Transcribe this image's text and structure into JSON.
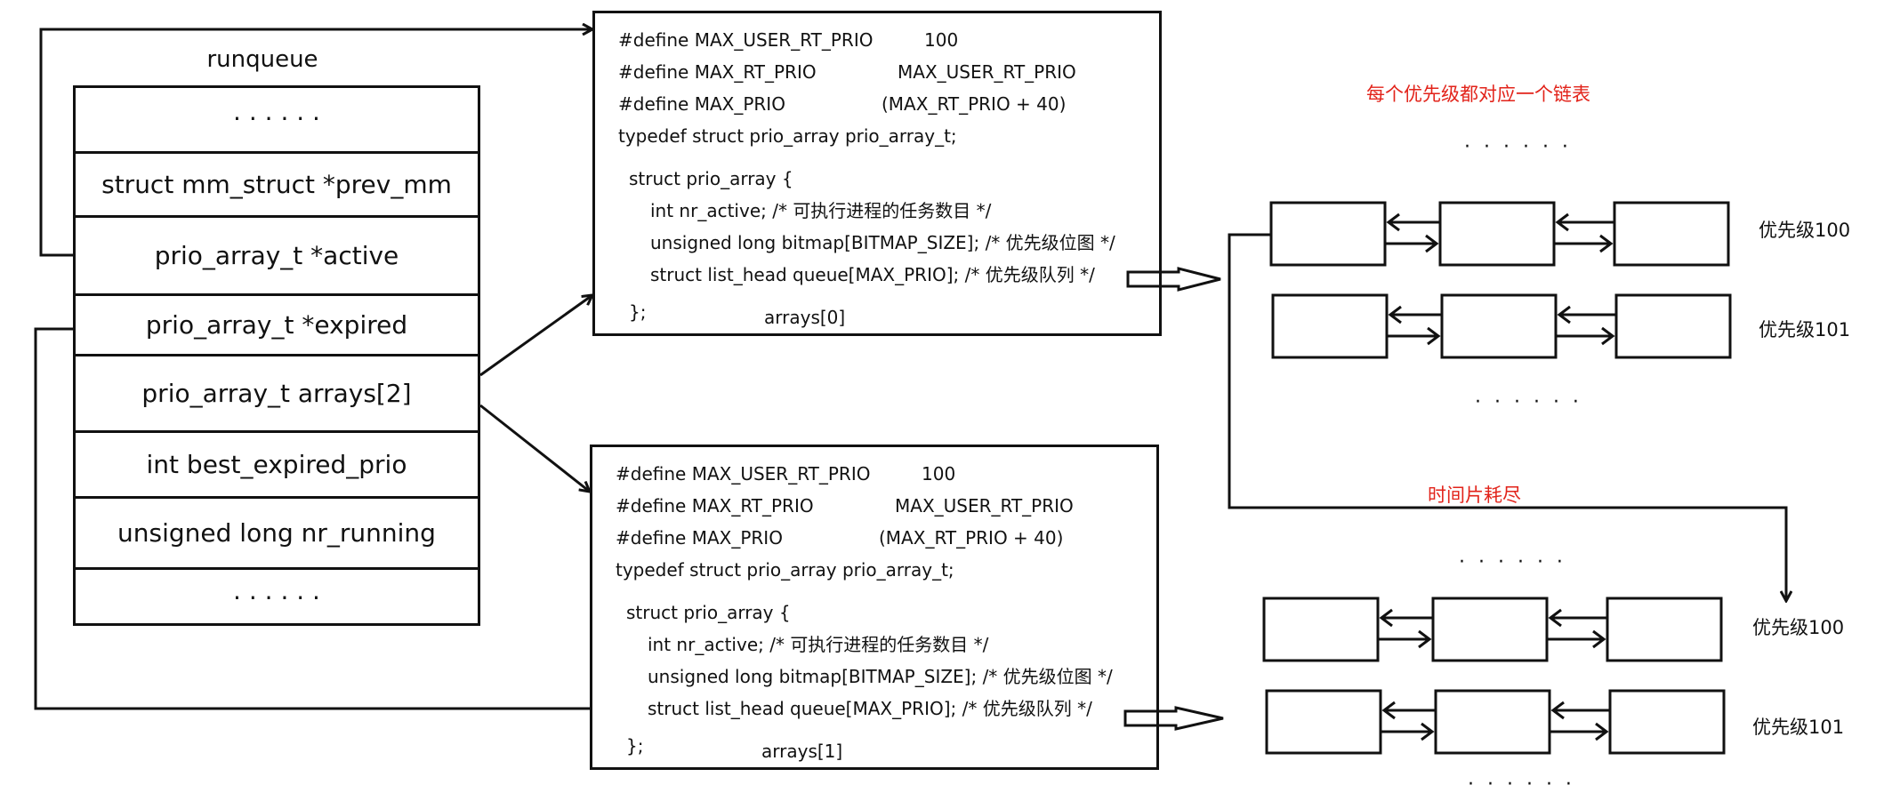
{
  "runqueue": {
    "title": "runqueue",
    "rows": [
      "· · · · · ·",
      "struct mm_struct *prev_mm",
      "prio_array_t *active",
      "prio_array_t *expired",
      "prio_array_t arrays[2]",
      "int best_expired_prio",
      "unsigned long nr_running",
      "· · · · · ·"
    ]
  },
  "array0": {
    "define1_name": "#define MAX_USER_RT_PRIO",
    "define1_val": "100",
    "define2_name": "#define MAX_RT_PRIO",
    "define2_val": "MAX_USER_RT_PRIO",
    "define3_name": "#define MAX_PRIO",
    "define3_val": "(MAX_RT_PRIO + 40)",
    "typedef": "typedef struct prio_array prio_array_t;",
    "struct_open": "struct prio_array {",
    "field1": "int nr_active; /* 可执行进程的任务数目 */",
    "field2": "unsigned long bitmap[BITMAP_SIZE]; /* 优先级位图 */",
    "field3": "struct list_head queue[MAX_PRIO]; /* 优先级队列 */",
    "struct_close": "};",
    "caption": "arrays[0]"
  },
  "array1": {
    "define1_name": "#define MAX_USER_RT_PRIO",
    "define1_val": "100",
    "define2_name": "#define MAX_RT_PRIO",
    "define2_val": "MAX_USER_RT_PRIO",
    "define3_name": "#define MAX_PRIO",
    "define3_val": "(MAX_RT_PRIO + 40)",
    "typedef": "typedef struct prio_array prio_array_t;",
    "struct_open": "struct prio_array {",
    "field1": "int nr_active; /* 可执行进程的任务数目 */",
    "field2": "unsigned long bitmap[BITMAP_SIZE]; /* 优先级位图 */",
    "field3": "struct list_head queue[MAX_PRIO]; /* 优先级队列 */",
    "struct_close": "};",
    "caption": "arrays[1]"
  },
  "annotations": {
    "each_priority_list": "每个优先级都对应一个链表",
    "timeslice_exhausted": "时间片耗尽",
    "dots": "· · · · · ·"
  },
  "queues": {
    "top_label_1": "优先级100",
    "top_label_2": "优先级101",
    "bottom_label_1": "优先级100",
    "bottom_label_2": "优先级101"
  },
  "colors": {
    "line": "#111111",
    "annotation": "#e2231a"
  }
}
